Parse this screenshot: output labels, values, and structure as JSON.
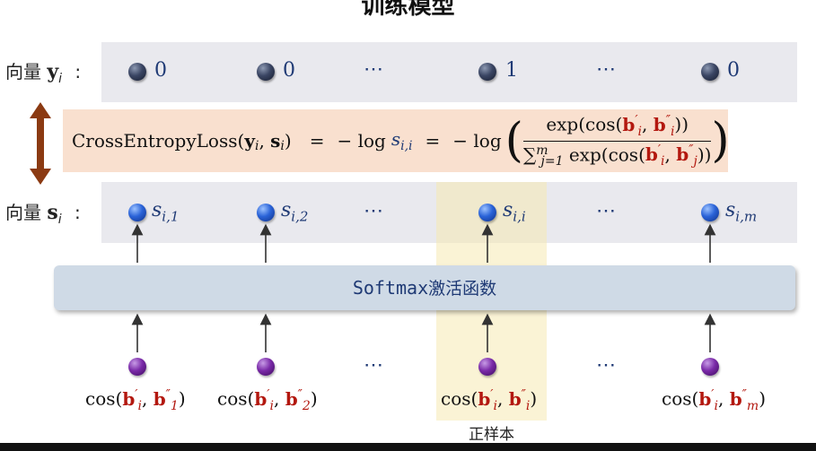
{
  "title": "训练模型",
  "row_y": {
    "label": "向量",
    "sym": "y",
    "sub": "i",
    "colon": ":"
  },
  "row_s": {
    "label": "向量",
    "sym": "s",
    "sub": "i",
    "colon": ":"
  },
  "y_values": [
    "0",
    "0",
    "⋯",
    "1",
    "⋯",
    "0"
  ],
  "s_labels": [
    {
      "main": "s",
      "sub": "i,1"
    },
    {
      "main": "s",
      "sub": "i,2"
    },
    {
      "main": "",
      "sub": ""
    },
    {
      "main": "s",
      "sub": "i,i"
    },
    {
      "main": "",
      "sub": ""
    },
    {
      "main": "s",
      "sub": "i,m"
    }
  ],
  "ellipsis": "⋯",
  "loss": {
    "name": "CrossEntropyLoss",
    "arg_y": "y",
    "arg_s": "s",
    "arg_sub": "i",
    "eq1": "=",
    "neg_log": "− log",
    "s_main": "s",
    "s_sub": "i,i",
    "eq2": "=",
    "num_prefix": "exp(cos(",
    "b": "b",
    "num_sub_1": "i",
    "num_sup_1": "′",
    "num_sub_2": "i",
    "num_sup_2": "″",
    "num_suffix": "))",
    "den_sigma": "∑",
    "den_from": "j=1",
    "den_to": "m",
    "den_mid": "exp(cos(",
    "den_sub_1": "i",
    "den_sup_1": "′",
    "den_sub_2": "j",
    "den_sup_2": "″",
    "den_suffix": "))"
  },
  "softmax": {
    "word": "Softmax",
    "suffix": "激活函数"
  },
  "cos_inputs": [
    {
      "pre": "cos(",
      "s1": "i",
      "s2": "1"
    },
    {
      "pre": "cos(",
      "s1": "i",
      "s2": "2"
    },
    {
      "pre": "",
      "s1": "",
      "s2": ""
    },
    {
      "pre": "cos(",
      "s1": "i",
      "s2": "i"
    },
    {
      "pre": "",
      "s1": "",
      "s2": ""
    },
    {
      "pre": "cos(",
      "s1": "i",
      "s2": "m"
    }
  ],
  "positive_sample_label": "正样本",
  "colors": {
    "navy": "#1f3a75",
    "red": "#b3180f",
    "highlight": "#f6eab2",
    "loss_box": "#f9e0cf",
    "softmax_box": "#cfdae6"
  }
}
